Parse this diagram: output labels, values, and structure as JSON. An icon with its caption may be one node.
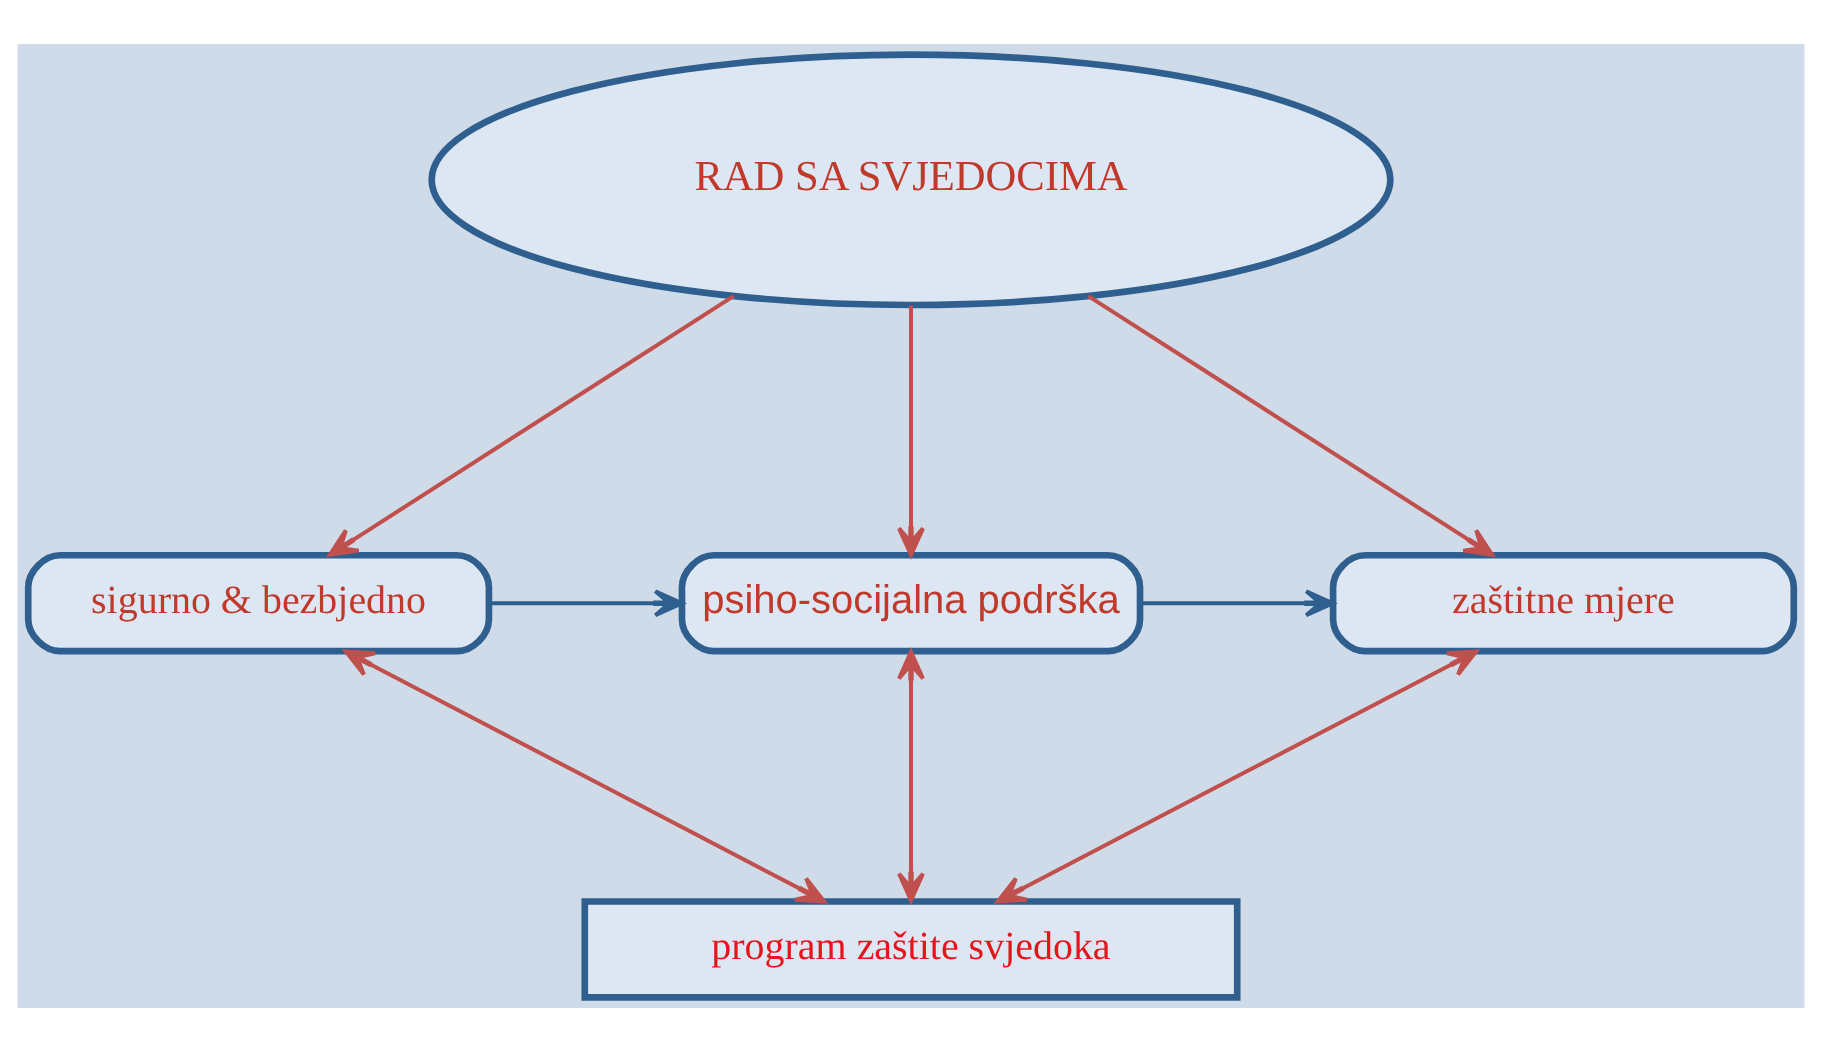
{
  "diagram": {
    "nodes": [
      {
        "text": [
          "RAD SA SVJEDOCIMA"
        ]
      },
      {
        "text": [
          "sigurno & bezbjedno"
        ]
      },
      {
        "text": [
          "psiho-socijalna podrška"
        ]
      },
      {
        "text": [
          "zaštitne mjere"
        ]
      },
      {
        "text": [
          "program zaštite svjedoka"
        ]
      }
    ],
    "edges": [
      {
        "from": 0,
        "to": 1,
        "arrow": "to"
      },
      {
        "from": 0,
        "to": 2,
        "arrow": "to"
      },
      {
        "from": 0,
        "to": 3,
        "arrow": "to"
      },
      {
        "from": 1,
        "to": 2,
        "arrow": "to",
        "color": "#2e5f8f"
      },
      {
        "from": 2,
        "to": 3,
        "arrow": "to",
        "color": "#2e5f8f"
      },
      {
        "from": 1,
        "to": 4,
        "arrow": "both"
      },
      {
        "from": 2,
        "to": 4,
        "arrow": "both"
      },
      {
        "from": 3,
        "to": 4,
        "arrow": "both"
      }
    ]
  }
}
